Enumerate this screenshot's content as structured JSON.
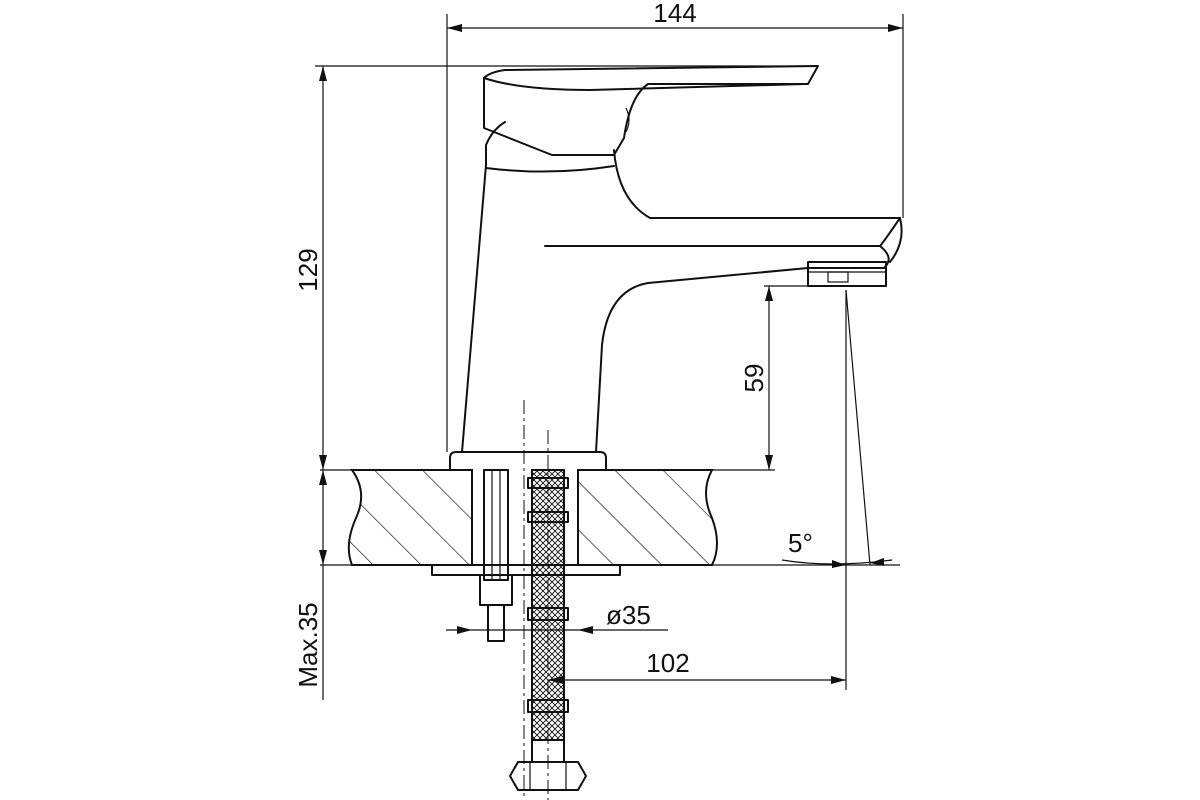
{
  "drawing": {
    "dimensions": {
      "overall_width": "144",
      "overall_height": "129",
      "spout_clearance": "59",
      "max_deck_thickness": "Max.35",
      "mount_hole_diameter": "ø35",
      "spout_reach": "102",
      "spout_angle": "5°"
    }
  }
}
